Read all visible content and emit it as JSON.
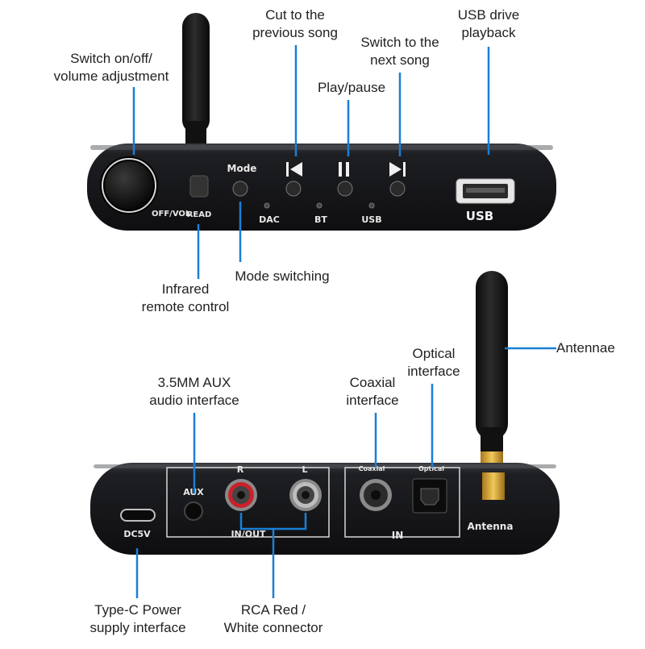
{
  "colors": {
    "leader_line": "#1a7fd6",
    "device_body": "#1b1c1f",
    "panel_text": "#e8e8e8",
    "rca_red": "#c8222a",
    "rca_white": "#9a9a9a",
    "antenna_connector": "#d7a73a"
  },
  "front_panel": {
    "knob_label": "OFF/VOL",
    "read_label": "READ",
    "mode_label": "Mode",
    "dac_label": "DAC",
    "bt_label": "BT",
    "usb_led_label": "USB",
    "usb_port_label": "USB",
    "prev_icon": "skip-previous-icon",
    "play_icon": "pause-icon",
    "next_icon": "skip-next-icon"
  },
  "rear_panel": {
    "r_label": "R",
    "l_label": "L",
    "aux_label": "AUX",
    "in_out_label": "IN/OUT",
    "coaxial_label": "Coaxial",
    "optical_label": "Optical",
    "in_label": "IN",
    "antenna_label": "Antenna",
    "dc_label": "DC5V"
  },
  "callouts": {
    "switch_volume": [
      "Switch on/off/",
      "volume adjustment"
    ],
    "prev_song": [
      "Cut to the",
      "previous song"
    ],
    "play_pause": [
      "Play/pause"
    ],
    "next_song": [
      "Switch to the",
      "next song"
    ],
    "usb_playback": [
      "USB drive",
      "playback"
    ],
    "infrared": [
      "Infrared",
      "remote control"
    ],
    "mode_switching": [
      "Mode switching"
    ],
    "antennae": [
      "Antennae"
    ],
    "optical": [
      "Optical",
      "interface"
    ],
    "coaxial": [
      "Coaxial",
      "interface"
    ],
    "aux": [
      "3.5MM AUX",
      "audio interface"
    ],
    "type_c": [
      "Type-C Power",
      "supply interface"
    ],
    "rca": [
      "RCA Red /",
      "White connector"
    ]
  }
}
